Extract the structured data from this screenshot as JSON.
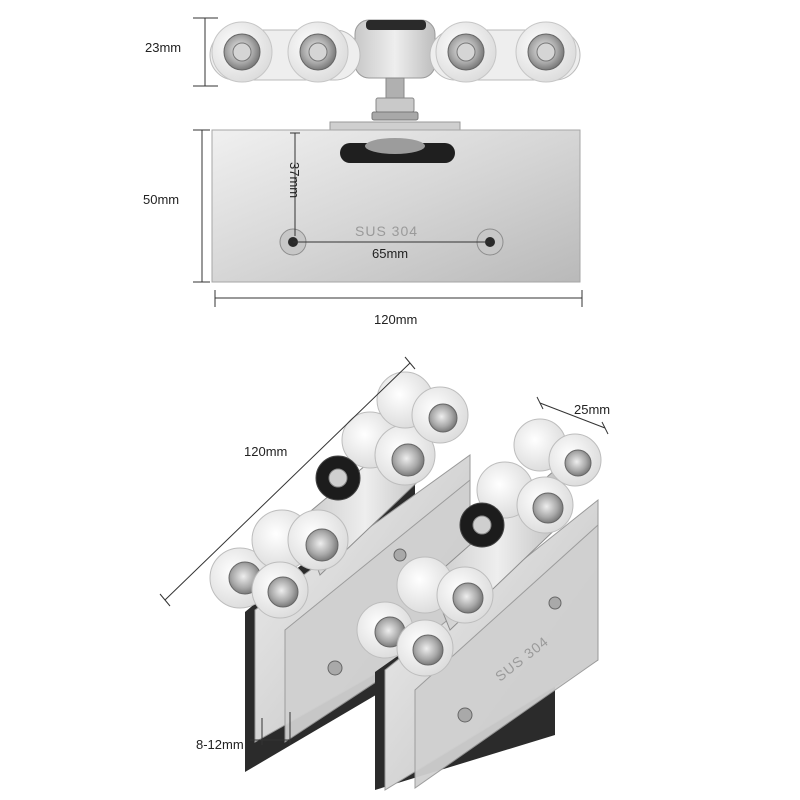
{
  "top_view": {
    "dims": {
      "roller_height": "23mm",
      "plate_height": "50mm",
      "slot_depth": "37mm",
      "hole_spacing": "65mm",
      "plate_length": "120mm"
    },
    "plate_marking": "SUS 304"
  },
  "perspective_view": {
    "dims": {
      "total_length": "120mm",
      "roller_width": "25mm",
      "glass_thickness": "8-12mm"
    },
    "plate_marking": "SUS 304"
  },
  "colors": {
    "steel": "#d9d9d9",
    "steel_dark": "#9e9e9e",
    "roller": "#f4f4f4",
    "bearing": "#b8b8b8",
    "rubber": "#1a1a1a",
    "dimension_line": "#333333"
  }
}
